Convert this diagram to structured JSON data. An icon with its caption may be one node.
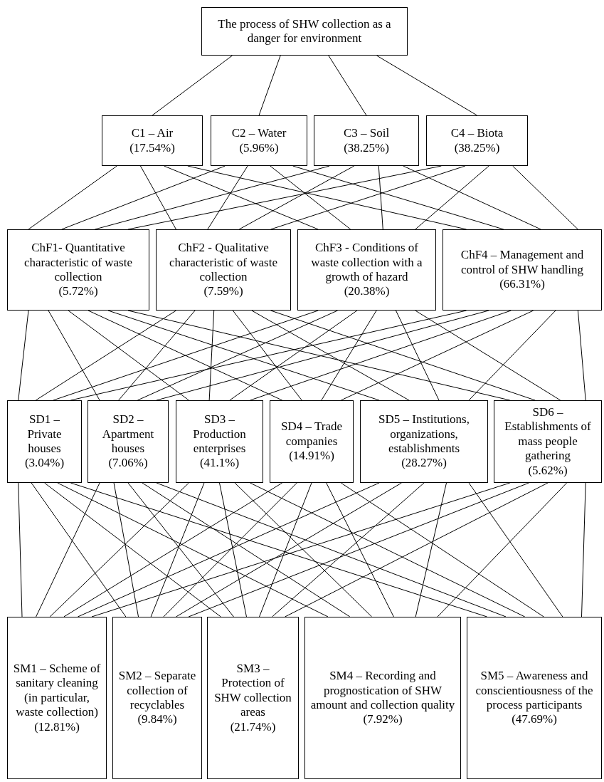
{
  "diagram": {
    "nodes": [
      {
        "text": [
          "The process of SHW collection as a danger for environment"
        ]
      },
      {
        "text": [
          "C1 – Air",
          "(17.54%)"
        ]
      },
      {
        "text": [
          "C2 – Water",
          "(5.96%)"
        ]
      },
      {
        "text": [
          "C3 – Soil",
          "(38.25%)"
        ]
      },
      {
        "text": [
          "C4 – Biota",
          "(38.25%)"
        ]
      },
      {
        "text": [
          "ChF1- Quantitative characteristic of waste collection",
          "(5.72%)"
        ]
      },
      {
        "text": [
          "ChF2 - Qualitative characteristic of waste collection",
          "(7.59%)"
        ]
      },
      {
        "text": [
          "ChF3 - Conditions of waste collection with a growth of hazard",
          "(20.38%)"
        ]
      },
      {
        "text": [
          "ChF4 – Management and control of SHW handling",
          "(66.31%)"
        ]
      },
      {
        "text": [
          "SD1 – Private houses",
          "(3.04%)"
        ]
      },
      {
        "text": [
          "SD2 – Apartment houses",
          "(7.06%)"
        ]
      },
      {
        "text": [
          "SD3 – Production enterprises",
          "(41.1%)"
        ]
      },
      {
        "text": [
          "SD4 – Trade companies",
          "(14.91%)"
        ]
      },
      {
        "text": [
          "SD5 – Institutions, organizations, establishments",
          "(28.27%)"
        ]
      },
      {
        "text": [
          "SD6 – Establishments of mass people gathering",
          "(5.62%)"
        ]
      },
      {
        "text": [
          "SM1 – Scheme of sanitary cleaning (in particular, waste collection)",
          "(12.81%)"
        ]
      },
      {
        "text": [
          "SM2 – Separate collection of recyclables",
          "(9.84%)"
        ]
      },
      {
        "text": [
          "SM3 – Protection of SHW collection areas",
          "(21.74%)"
        ]
      },
      {
        "text": [
          "SM4 – Recording and prognostication of SHW amount and collection quality",
          "(7.92%)"
        ]
      },
      {
        "text": [
          "SM5 – Awareness and conscientiousness of the process participants",
          "(47.69%)"
        ]
      }
    ],
    "edges": [
      {
        "from": 0,
        "to": 1,
        "arrow": "none"
      },
      {
        "from": 0,
        "to": 2,
        "arrow": "none"
      },
      {
        "from": 0,
        "to": 3,
        "arrow": "none"
      },
      {
        "from": 0,
        "to": 4,
        "arrow": "none"
      },
      {
        "from": 1,
        "to": 5,
        "arrow": "none"
      },
      {
        "from": 1,
        "to": 6,
        "arrow": "none"
      },
      {
        "from": 1,
        "to": 7,
        "arrow": "none"
      },
      {
        "from": 1,
        "to": 8,
        "arrow": "none"
      },
      {
        "from": 2,
        "to": 5,
        "arrow": "none"
      },
      {
        "from": 2,
        "to": 6,
        "arrow": "none"
      },
      {
        "from": 2,
        "to": 7,
        "arrow": "none"
      },
      {
        "from": 2,
        "to": 8,
        "arrow": "none"
      },
      {
        "from": 3,
        "to": 5,
        "arrow": "none"
      },
      {
        "from": 3,
        "to": 6,
        "arrow": "none"
      },
      {
        "from": 3,
        "to": 7,
        "arrow": "none"
      },
      {
        "from": 3,
        "to": 8,
        "arrow": "none"
      },
      {
        "from": 4,
        "to": 5,
        "arrow": "none"
      },
      {
        "from": 4,
        "to": 6,
        "arrow": "none"
      },
      {
        "from": 4,
        "to": 7,
        "arrow": "none"
      },
      {
        "from": 4,
        "to": 8,
        "arrow": "none"
      },
      {
        "from": 5,
        "to": 9,
        "arrow": "none"
      },
      {
        "from": 5,
        "to": 10,
        "arrow": "none"
      },
      {
        "from": 5,
        "to": 11,
        "arrow": "none"
      },
      {
        "from": 5,
        "to": 12,
        "arrow": "none"
      },
      {
        "from": 5,
        "to": 13,
        "arrow": "none"
      },
      {
        "from": 5,
        "to": 14,
        "arrow": "none"
      },
      {
        "from": 6,
        "to": 9,
        "arrow": "none"
      },
      {
        "from": 6,
        "to": 10,
        "arrow": "none"
      },
      {
        "from": 6,
        "to": 11,
        "arrow": "none"
      },
      {
        "from": 6,
        "to": 12,
        "arrow": "none"
      },
      {
        "from": 6,
        "to": 13,
        "arrow": "none"
      },
      {
        "from": 6,
        "to": 14,
        "arrow": "none"
      },
      {
        "from": 7,
        "to": 9,
        "arrow": "none"
      },
      {
        "from": 7,
        "to": 10,
        "arrow": "none"
      },
      {
        "from": 7,
        "to": 11,
        "arrow": "none"
      },
      {
        "from": 7,
        "to": 12,
        "arrow": "none"
      },
      {
        "from": 7,
        "to": 13,
        "arrow": "none"
      },
      {
        "from": 7,
        "to": 14,
        "arrow": "none"
      },
      {
        "from": 8,
        "to": 9,
        "arrow": "none"
      },
      {
        "from": 8,
        "to": 10,
        "arrow": "none"
      },
      {
        "from": 8,
        "to": 11,
        "arrow": "none"
      },
      {
        "from": 8,
        "to": 12,
        "arrow": "none"
      },
      {
        "from": 8,
        "to": 13,
        "arrow": "none"
      },
      {
        "from": 8,
        "to": 14,
        "arrow": "none"
      },
      {
        "from": 9,
        "to": 15,
        "arrow": "none"
      },
      {
        "from": 9,
        "to": 16,
        "arrow": "none"
      },
      {
        "from": 9,
        "to": 17,
        "arrow": "none"
      },
      {
        "from": 9,
        "to": 18,
        "arrow": "none"
      },
      {
        "from": 9,
        "to": 19,
        "arrow": "none"
      },
      {
        "from": 10,
        "to": 15,
        "arrow": "none"
      },
      {
        "from": 10,
        "to": 16,
        "arrow": "none"
      },
      {
        "from": 10,
        "to": 17,
        "arrow": "none"
      },
      {
        "from": 10,
        "to": 18,
        "arrow": "none"
      },
      {
        "from": 10,
        "to": 19,
        "arrow": "none"
      },
      {
        "from": 11,
        "to": 15,
        "arrow": "none"
      },
      {
        "from": 11,
        "to": 16,
        "arrow": "none"
      },
      {
        "from": 11,
        "to": 17,
        "arrow": "none"
      },
      {
        "from": 11,
        "to": 18,
        "arrow": "none"
      },
      {
        "from": 11,
        "to": 19,
        "arrow": "none"
      },
      {
        "from": 12,
        "to": 15,
        "arrow": "none"
      },
      {
        "from": 12,
        "to": 16,
        "arrow": "none"
      },
      {
        "from": 12,
        "to": 17,
        "arrow": "none"
      },
      {
        "from": 12,
        "to": 18,
        "arrow": "none"
      },
      {
        "from": 12,
        "to": 19,
        "arrow": "none"
      },
      {
        "from": 13,
        "to": 15,
        "arrow": "none"
      },
      {
        "from": 13,
        "to": 16,
        "arrow": "none"
      },
      {
        "from": 13,
        "to": 17,
        "arrow": "none"
      },
      {
        "from": 13,
        "to": 18,
        "arrow": "none"
      },
      {
        "from": 13,
        "to": 19,
        "arrow": "none"
      },
      {
        "from": 14,
        "to": 15,
        "arrow": "none"
      },
      {
        "from": 14,
        "to": 16,
        "arrow": "none"
      },
      {
        "from": 14,
        "to": 17,
        "arrow": "none"
      },
      {
        "from": 14,
        "to": 18,
        "arrow": "none"
      },
      {
        "from": 14,
        "to": 19,
        "arrow": "none"
      }
    ]
  }
}
